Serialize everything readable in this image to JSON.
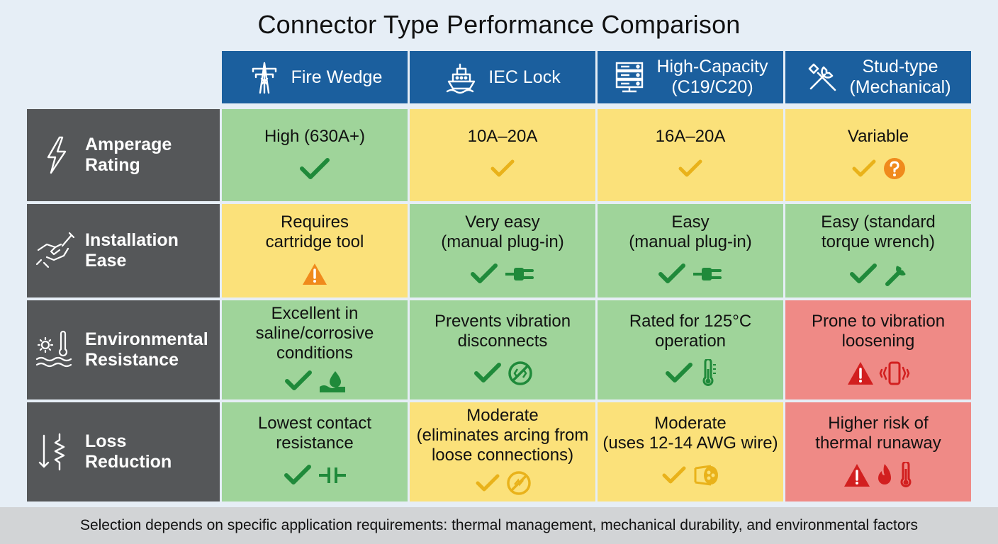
{
  "title": "Connector Type Performance Comparison",
  "columns": [
    {
      "label": "Fire Wedge",
      "icon": "power-pylon-icon"
    },
    {
      "label": "IEC Lock",
      "icon": "ship-icon"
    },
    {
      "label": "High-Capacity\n(C19/C20)",
      "icon": "server-rack-icon"
    },
    {
      "label": "Stud-type\n(Mechanical)",
      "icon": "tools-icon"
    }
  ],
  "rows": [
    {
      "label": "Amperage\nRating",
      "icon": "lightning-icon",
      "cells": [
        {
          "text": "High (630A+)",
          "status": "good"
        },
        {
          "text": "10A–20A",
          "status": "moderate"
        },
        {
          "text": "16A–20A",
          "status": "moderate"
        },
        {
          "text": "Variable",
          "status": "moderate"
        }
      ]
    },
    {
      "label": "Installation\nEase",
      "icon": "hand-tool-icon",
      "cells": [
        {
          "text": "Requires\ncartridge tool",
          "status": "moderate"
        },
        {
          "text": "Very easy\n(manual plug-in)",
          "status": "good"
        },
        {
          "text": "Easy\n(manual plug-in)",
          "status": "good"
        },
        {
          "text": "Easy (standard\ntorque wrench)",
          "status": "good"
        }
      ]
    },
    {
      "label": "Environmental\nResistance",
      "icon": "sun-thermometer-water-icon",
      "cells": [
        {
          "text": "Excellent in\nsaline/corrosive\nconditions",
          "status": "good"
        },
        {
          "text": "Prevents vibration\ndisconnects",
          "status": "good"
        },
        {
          "text": "Rated for 125°C\noperation",
          "status": "good"
        },
        {
          "text": "Prone to vibration\nloosening",
          "status": "bad"
        }
      ]
    },
    {
      "label": "Loss\nReduction",
      "icon": "resistor-arrow-icon",
      "cells": [
        {
          "text": "Lowest contact\nresistance",
          "status": "good"
        },
        {
          "text": "Moderate\n(eliminates arcing from\nloose connections)",
          "status": "moderate"
        },
        {
          "text": "Moderate\n(uses 12-14 AWG wire)",
          "status": "moderate"
        },
        {
          "text": "Higher risk of\nthermal runaway",
          "status": "bad"
        }
      ]
    }
  ],
  "footer": "Selection depends on specific application requirements: thermal management, mechanical durability, and environmental factors",
  "colors": {
    "header_blue": "#1b5f9e",
    "row_gray": "#555759",
    "good_green": "#9fd49a",
    "moderate_yellow": "#fbe17a",
    "bad_red": "#ef8a86",
    "check_green": "#1f8a3a",
    "check_yellow": "#e9b21a",
    "warn_orange": "#f08a1c",
    "warn_red": "#d21f1f"
  }
}
